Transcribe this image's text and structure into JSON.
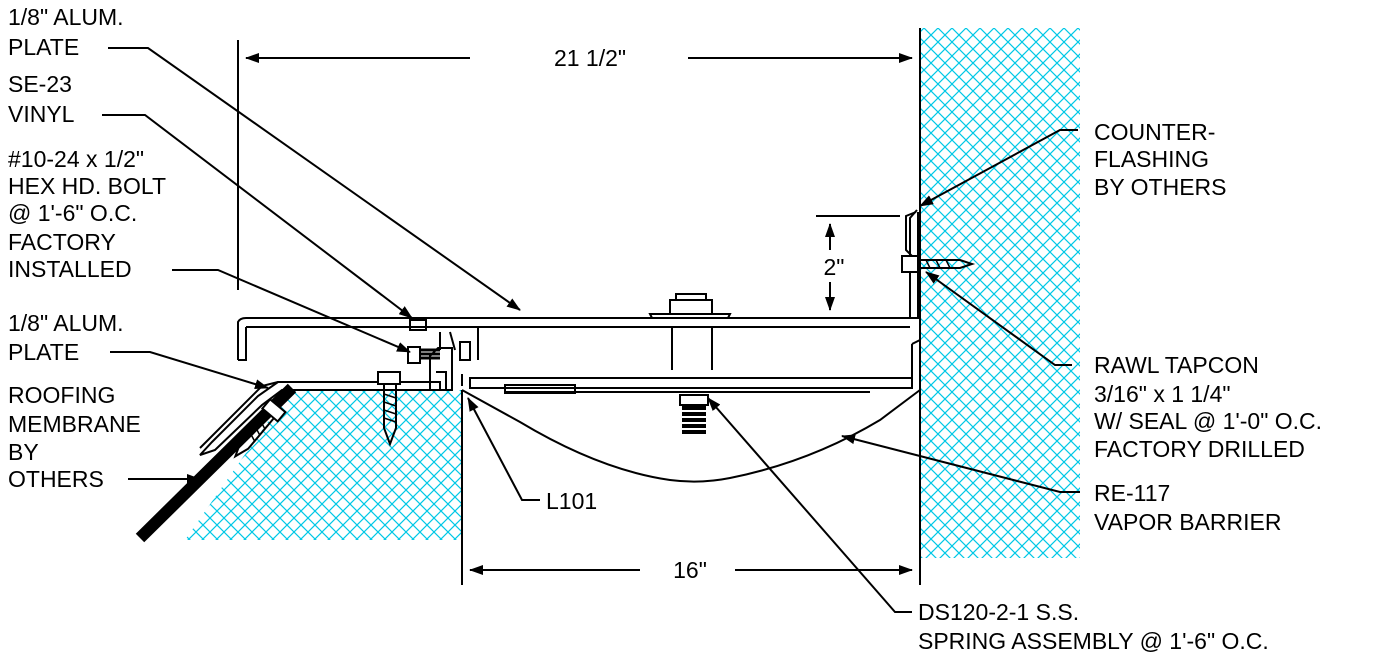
{
  "labels": {
    "alum_plate_top": [
      "1/8\" ALUM.",
      "PLATE"
    ],
    "se23_vinyl": [
      "SE-23",
      "VINYL"
    ],
    "hex_bolt": [
      "#10-24 x 1/2\"",
      "HEX HD. BOLT",
      "@ 1'-6\" O.C.",
      "FACTORY",
      "INSTALLED"
    ],
    "alum_plate_lower": [
      "1/8\" ALUM.",
      "PLATE"
    ],
    "roofing_membrane": [
      "ROOFING",
      "MEMBRANE",
      "BY",
      "OTHERS"
    ],
    "l101": "L101",
    "counter_flashing": [
      "COUNTER-",
      "FLASHING",
      "BY OTHERS"
    ],
    "rawl_tapcon": [
      "RAWL TAPCON",
      "3/16\" x 1 1/4\"",
      "W/ SEAL @ 1'-0\" O.C.",
      "FACTORY DRILLED"
    ],
    "vapor_barrier": [
      "RE-117",
      "VAPOR BARRIER"
    ],
    "spring_assembly": [
      "DS120-2-1 S.S.",
      "SPRING ASSEMBLY @ 1'-6\" O.C."
    ]
  },
  "dimensions": {
    "overall_width": "21 1/2\"",
    "opening_width": "16\"",
    "flange_height": "2\""
  },
  "colors": {
    "hatch": "#00c8e6",
    "line": "#000000",
    "membrane": "#000000"
  }
}
